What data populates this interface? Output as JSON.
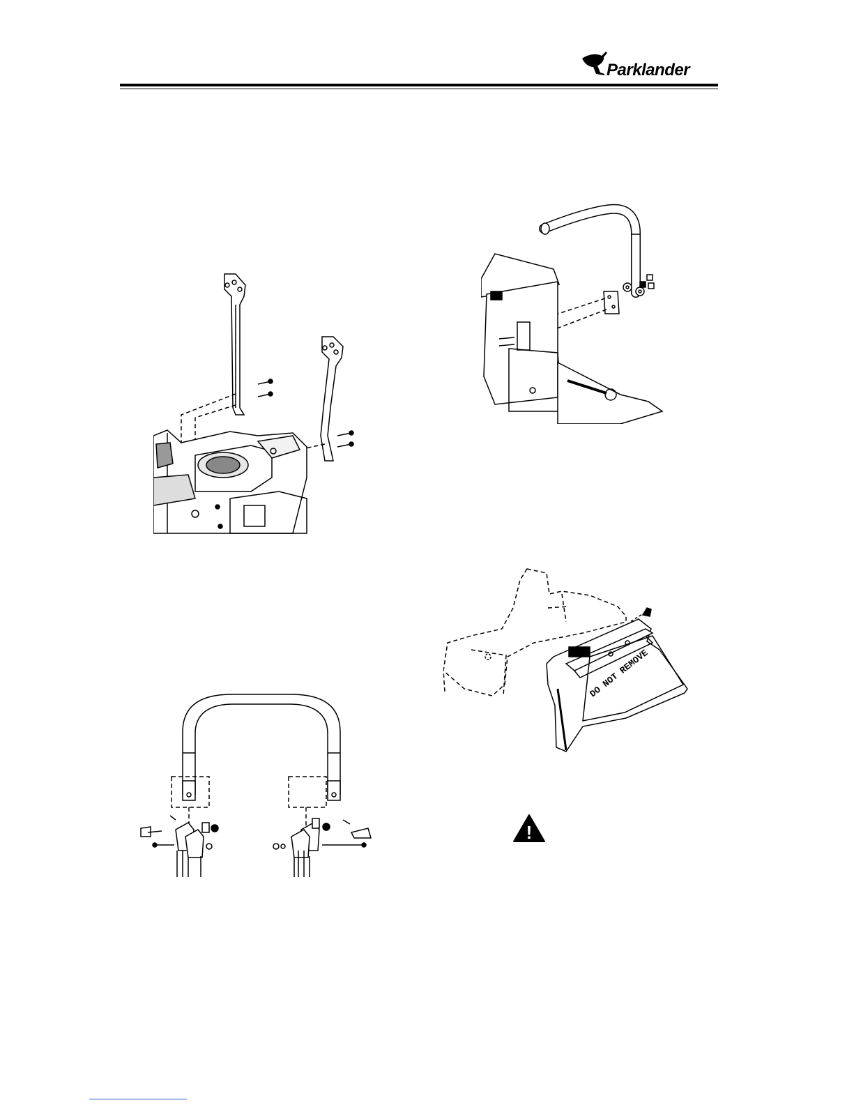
{
  "header": {
    "logo_text": "Parklander"
  },
  "figures": {
    "fig_uprights": {
      "name": "rops-uprights-install-diagram"
    },
    "fig_handle": {
      "name": "grab-handle-install-diagram"
    },
    "fig_rollbar": {
      "name": "roll-bar-hoop-install-diagram"
    },
    "fig_chute": {
      "name": "discharge-chute-install-diagram",
      "chute_text": "DO NOT REMOVE"
    }
  },
  "warning": {
    "icon": "warning-triangle-icon",
    "symbol": "!"
  },
  "colors": {
    "line": "#000000",
    "paper": "#ffffff",
    "footer_link": "#3050c8"
  }
}
